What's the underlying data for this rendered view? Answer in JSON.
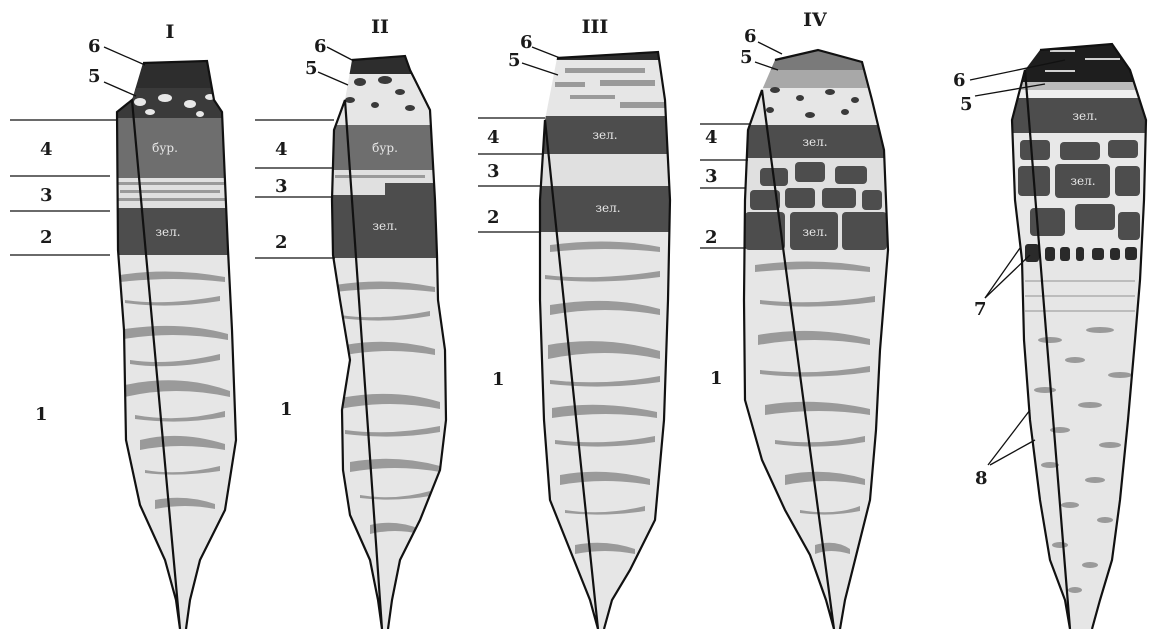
{
  "columns": [
    {
      "numeral": "I",
      "band4_label": "бур.",
      "band2_label": "зел."
    },
    {
      "numeral": "II",
      "band4_label": "бур.",
      "band2_label": "зел."
    },
    {
      "numeral": "III",
      "band4_label": "зел.",
      "band2_label": "зел."
    },
    {
      "numeral": "IV",
      "band4_label": "зел.",
      "band2_label": "зел."
    }
  ],
  "fifth": {
    "label_top": "зел.",
    "label_mid": "зел."
  },
  "layer_numbers": [
    "1",
    "2",
    "3",
    "4",
    "5",
    "6",
    "7",
    "8"
  ],
  "colors": {
    "outline": "#111111",
    "body": "#e6e6e6",
    "green_band": "#4d4d4d",
    "brown_band": "#6e6e6e",
    "cap": "#2a2a2a"
  }
}
